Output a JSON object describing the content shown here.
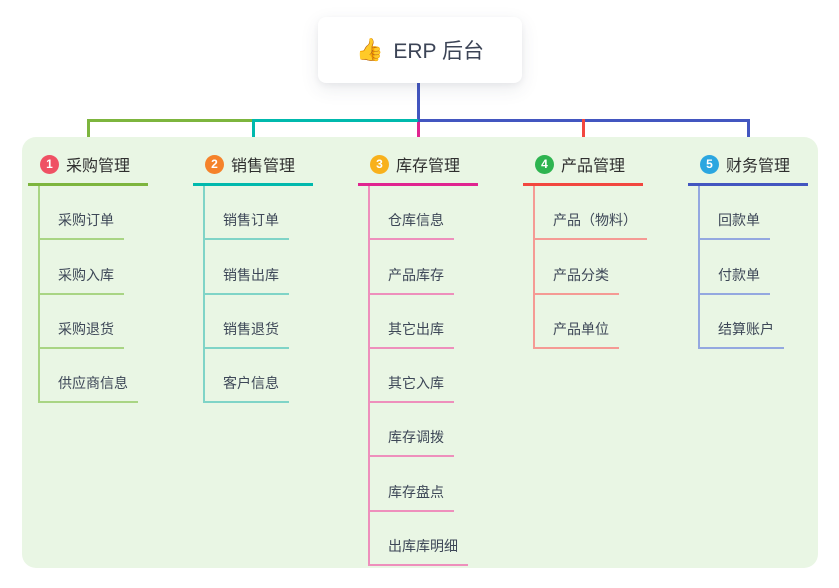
{
  "root": {
    "icon": "👍",
    "label": "ERP 后台"
  },
  "branches": [
    {
      "badge": "1",
      "label": "采购管理",
      "badge_color": "#ef5164",
      "line_color": "#7db53e",
      "child_line_color": "#a9d584",
      "children": [
        "采购订单",
        "采购入库",
        "采购退货",
        "供应商信息"
      ]
    },
    {
      "badge": "2",
      "label": "销售管理",
      "badge_color": "#f5822a",
      "line_color": "#00b9ad",
      "child_line_color": "#7fd4c7",
      "children": [
        "销售订单",
        "销售出库",
        "销售退货",
        "客户信息"
      ]
    },
    {
      "badge": "3",
      "label": "库存管理",
      "badge_color": "#f8b11c",
      "line_color": "#e02490",
      "child_line_color": "#ee8fbc",
      "children": [
        "仓库信息",
        "产品库存",
        "其它出库",
        "其它入库",
        "库存调拨",
        "库存盘点",
        "出库库明细"
      ]
    },
    {
      "badge": "4",
      "label": "产品管理",
      "badge_color": "#2eb450",
      "line_color": "#f2473f",
      "child_line_color": "#f59a94",
      "children": [
        "产品（物料）",
        "产品分类",
        "产品单位"
      ]
    },
    {
      "badge": "5",
      "label": "财务管理",
      "badge_color": "#2ba6e0",
      "line_color": "#4356c0",
      "child_line_color": "#94a8e0",
      "children": [
        "回款单",
        "付款单",
        "结算账户"
      ]
    }
  ],
  "colors": {
    "panel_background": "#e9f6e4",
    "root_connector": "#4356c0",
    "text": "#3d4757"
  }
}
